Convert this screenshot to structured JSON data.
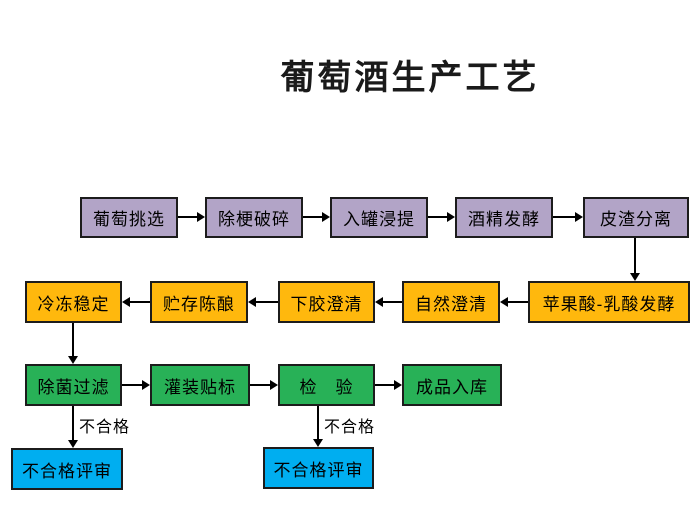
{
  "title": "葡萄酒生产工艺",
  "colors": {
    "purple": "#B2A4C7",
    "orange": "#FFB80D",
    "green": "#28B157",
    "blue": "#00AEF0",
    "line": "#000000"
  },
  "nodes": {
    "grape_selection": "葡萄挑选",
    "destem_crush": "除梗破碎",
    "tank_maceration": "入罐浸提",
    "alcohol_fermentation": "酒精发酵",
    "pomace_separation": "皮渣分离",
    "cold_stabilization": "冷冻稳定",
    "storage_aging": "贮存陈酿",
    "fining_clarification": "下胶澄清",
    "natural_clarification": "自然澄清",
    "malolactic_fermentation": "苹果酸-乳酸发酵",
    "sterile_filtration": "除菌过滤",
    "filling_labeling": "灌装贴标",
    "inspection": "检　验",
    "finished_warehousing": "成品入库",
    "fail_review_left": "不合格评审",
    "fail_review_right": "不合格评审"
  },
  "edge_labels": {
    "fail_left": "不合格",
    "fail_right": "不合格"
  }
}
